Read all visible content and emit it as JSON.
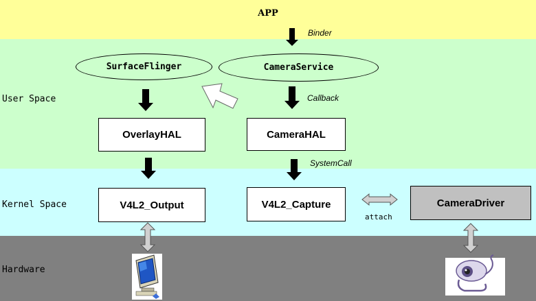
{
  "app": {
    "label": "APP"
  },
  "layers": {
    "user": "User Space",
    "kernel": "Kernel Space",
    "hardware": "Hardware"
  },
  "nodes": {
    "surface_flinger": "SurfaceFlinger",
    "camera_service": "CameraService",
    "overlay_hal": "OverlayHAL",
    "camera_hal": "CameraHAL",
    "v4l2_output": "V4L2_Output",
    "v4l2_capture": "V4L2_Capture",
    "camera_driver": "CameraDriver"
  },
  "edges": {
    "binder": "Binder",
    "callback": "Callback",
    "system_call": "SystemCall",
    "attach": "attach"
  },
  "icons": {
    "monitor": "monitor-icon",
    "webcam": "webcam-icon"
  },
  "colors": {
    "app_band": "#ffff99",
    "user_band": "#ccffcc",
    "kernel_band": "#ccffff",
    "hardware_band": "#808080",
    "driver_box": "#c0c0c0"
  }
}
